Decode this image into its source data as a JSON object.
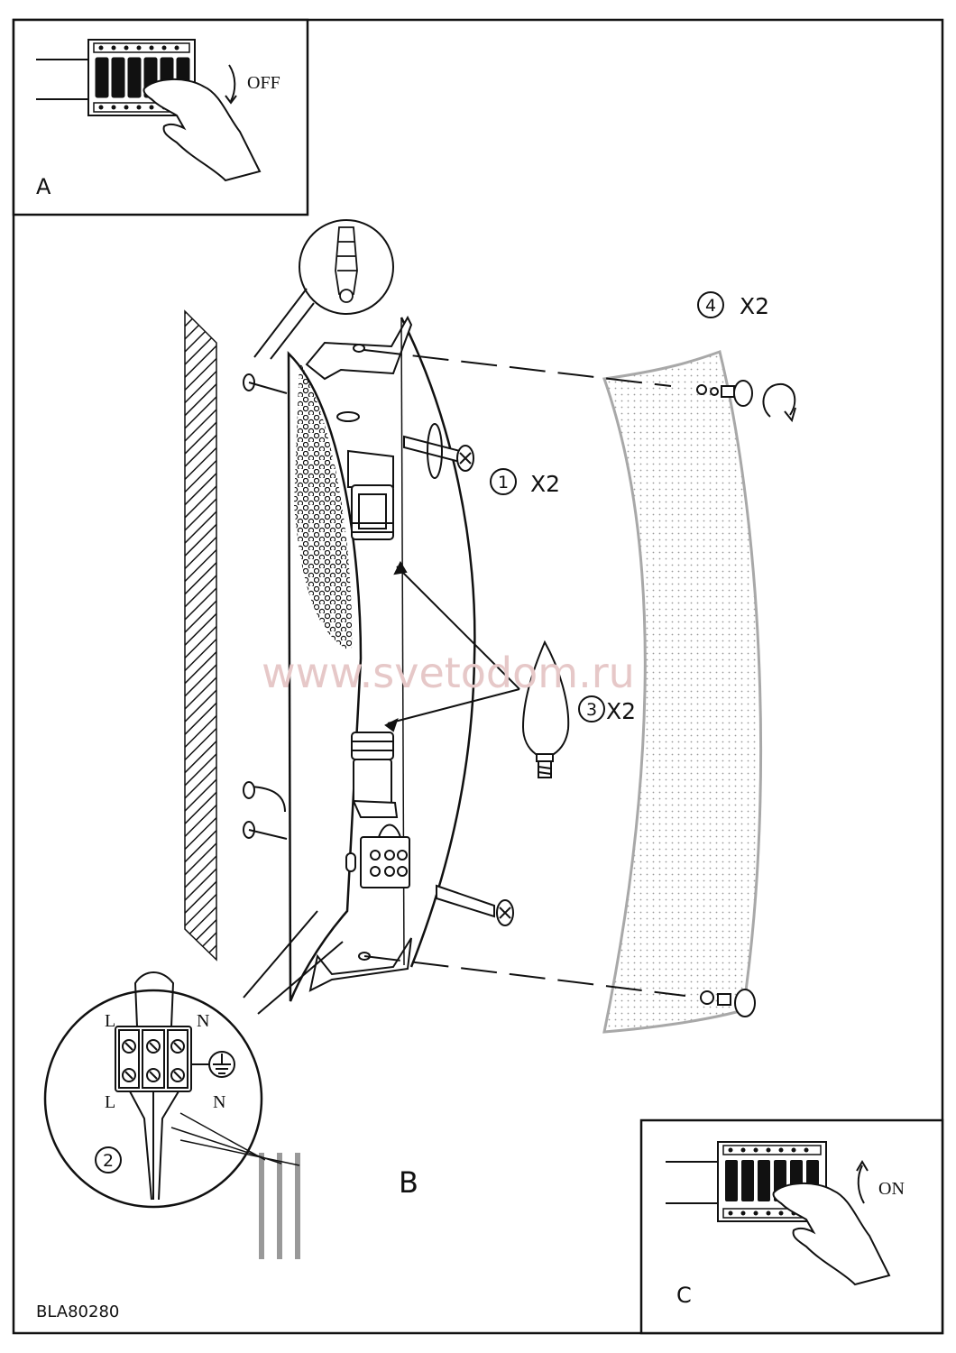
{
  "panels": {
    "a": {
      "label": "A",
      "switch_text": "OFF"
    },
    "b": {
      "label": "B"
    },
    "c": {
      "label": "C",
      "switch_text": "ON"
    }
  },
  "steps": [
    {
      "num": "1",
      "qty": "X2"
    },
    {
      "num": "2"
    },
    {
      "num": "3",
      "qty": "X2"
    },
    {
      "num": "4",
      "qty": "X2"
    }
  ],
  "wiring": {
    "left_top": "L",
    "right_top": "N",
    "left_bottom": "L",
    "right_bottom": "N"
  },
  "watermark": "www.svetodom.ru",
  "model_code": "BLA80280",
  "icons": [
    "earth-ground-icon",
    "rotate-arrow-icon",
    "hand-icon",
    "wall-plug-icon",
    "screw-icon",
    "bulb-icon"
  ]
}
